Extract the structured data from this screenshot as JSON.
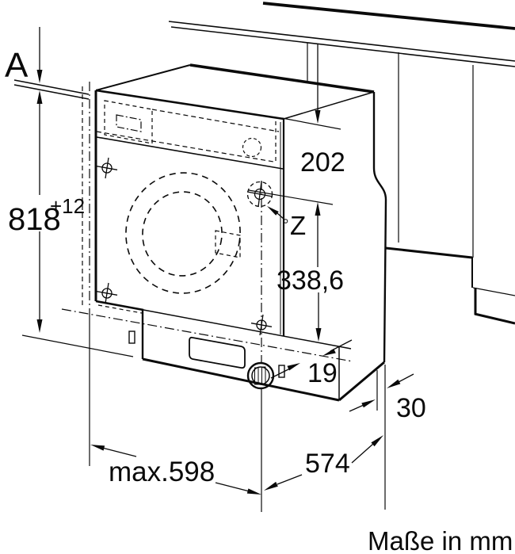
{
  "drawing": {
    "title_semantic": "built-in-appliance-installation-dimensions",
    "labels": {
      "section": "A",
      "z_point": "Z"
    },
    "dimensions": {
      "height": {
        "value": "818",
        "tolerance": "+12"
      },
      "niche_top": "202",
      "z_distance": "338,6",
      "plinth_recess": "19",
      "rear_gap": "30",
      "width_max": "max.598",
      "depth": "574"
    },
    "footer": {
      "units_note": "Maße in mm"
    }
  },
  "colors": {
    "ink": "#0a0a0a",
    "background": "#ffffff"
  }
}
